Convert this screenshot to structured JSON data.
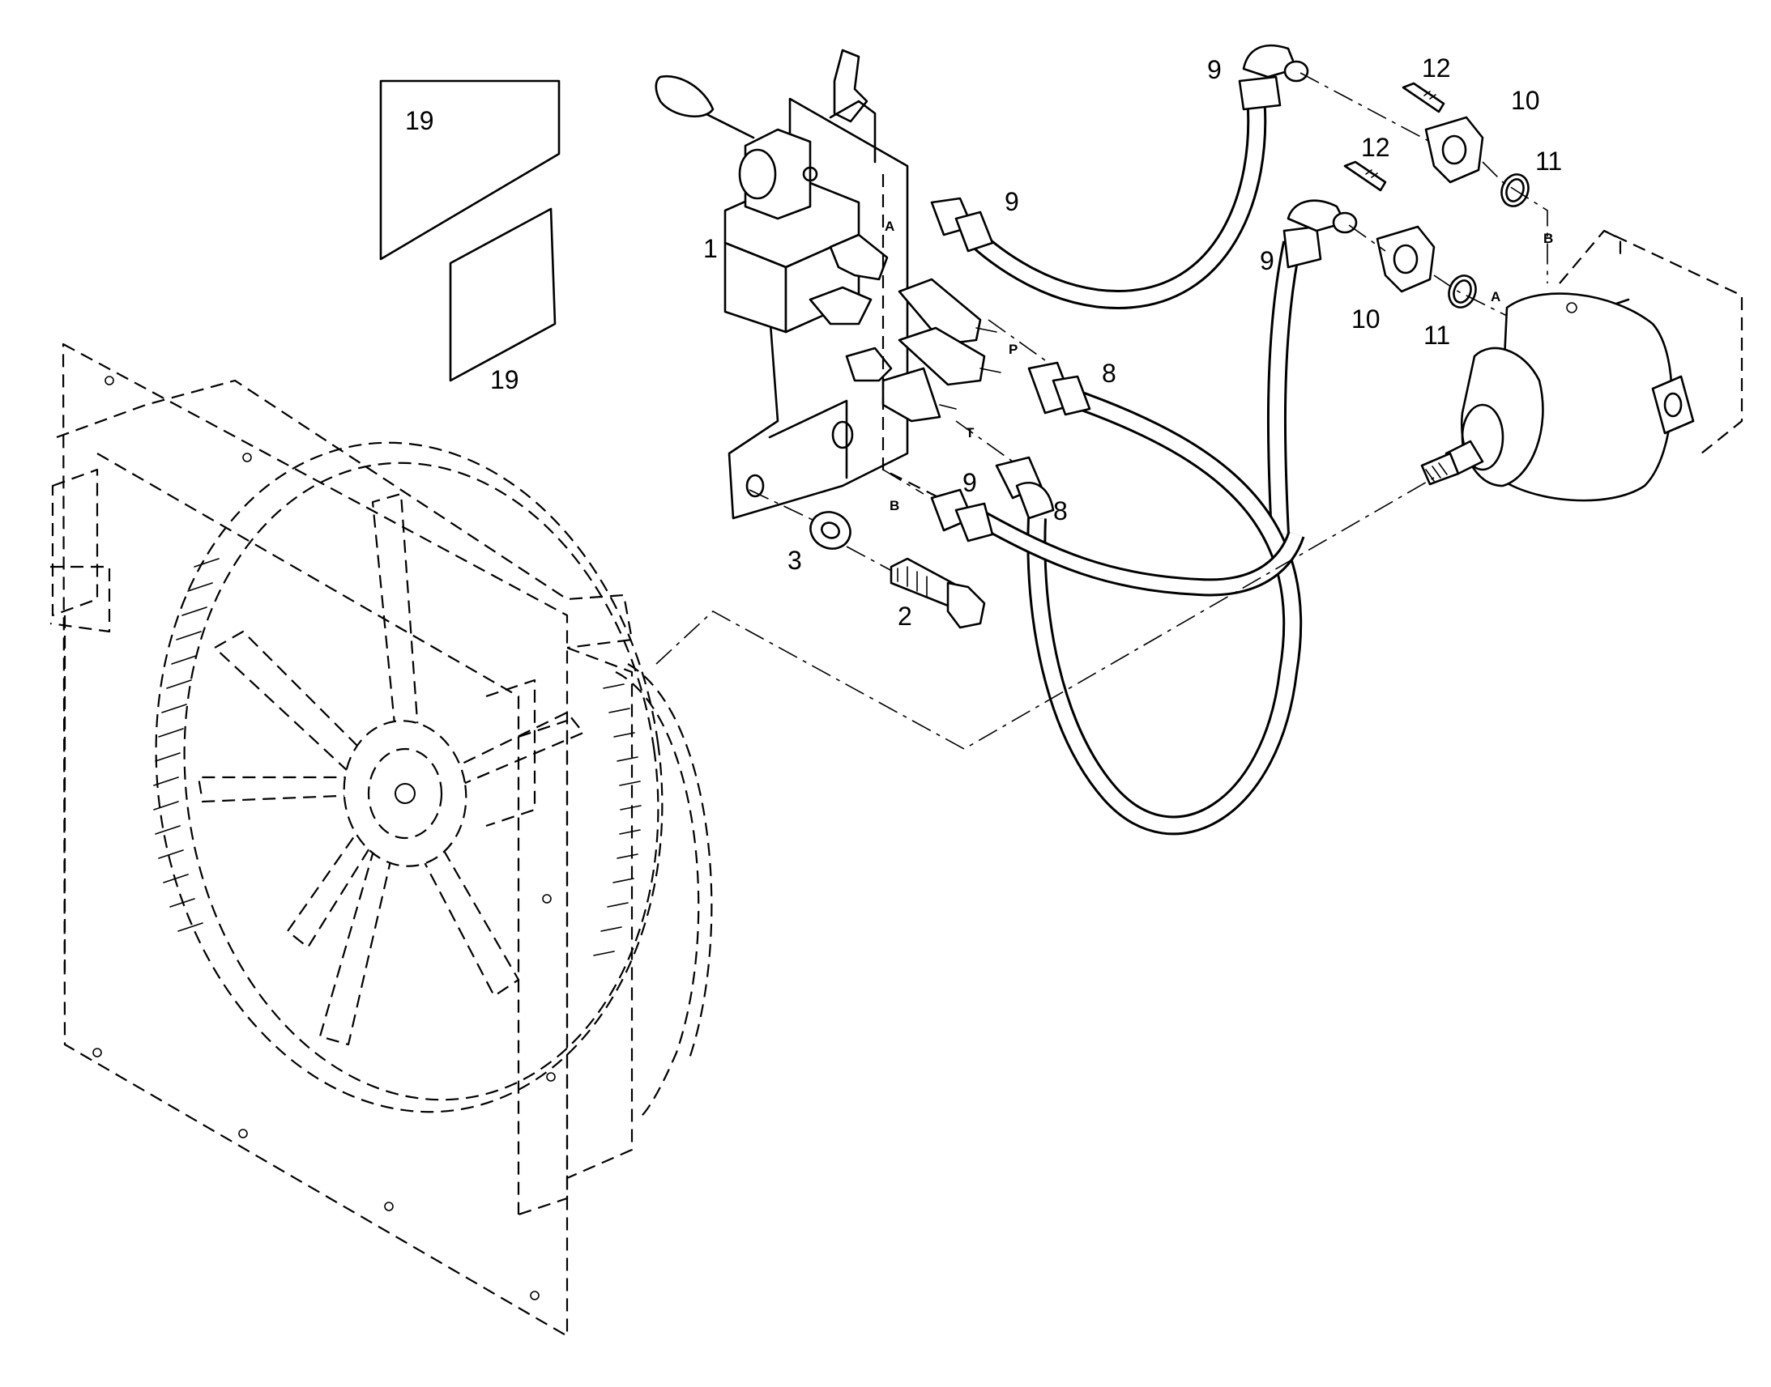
{
  "callouts": {
    "c1": "1",
    "c2": "2",
    "c3": "3",
    "c8a": "8",
    "c8b": "8",
    "c9a": "9",
    "c9b": "9",
    "c9c": "9",
    "c9d": "9",
    "c10a": "10",
    "c10b": "10",
    "c11a": "11",
    "c11b": "11",
    "c12a": "12",
    "c12b": "12",
    "c19a": "19",
    "c19b": "19"
  },
  "ports": {
    "valve_a": "A",
    "valve_p": "P",
    "valve_t": "T",
    "valve_b": "B",
    "motor_a": "A",
    "motor_b": "B"
  },
  "icons": {
    "fan": "fan-shroud-assembly",
    "valve": "control-valve-with-lever",
    "motor": "hydraulic-motor",
    "decal": "decal-label"
  }
}
